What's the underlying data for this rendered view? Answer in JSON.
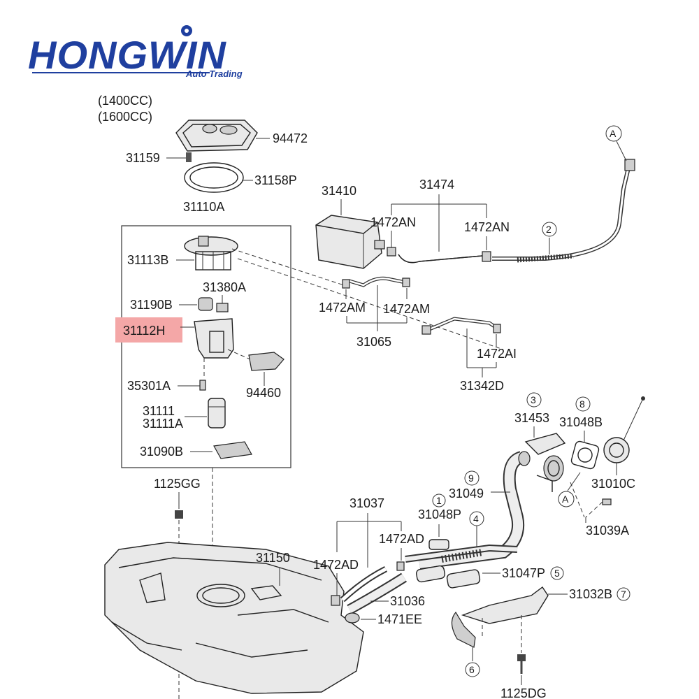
{
  "logo": {
    "brand": "HONGWIN",
    "tagline": "Auto Trading"
  },
  "engine": {
    "line1": "(1400CC)",
    "line2": "(1600CC)"
  },
  "highlight_color": "#f4a7a7",
  "brand_color": "#1f3f9f",
  "labels": {
    "p94472": "94472",
    "p31159": "31159",
    "p31158P": "31158P",
    "p31110A": "31110A",
    "p31113B": "31113B",
    "p31380A": "31380A",
    "p31190B": "31190B",
    "p31112H": "31112H",
    "p35301A": "35301A",
    "p94460": "94460",
    "p31111": "31111",
    "p31111A": "31111A",
    "p31090B": "31090B",
    "p1125GG": "1125GG",
    "p31150": "31150",
    "p31410": "31410",
    "p31474": "31474",
    "p1472AN_1": "1472AN",
    "p1472AN_2": "1472AN",
    "p1472AM_1": "1472AM",
    "p1472AM_2": "1472AM",
    "p31065": "31065",
    "p1472AI": "1472AI",
    "p31342D": "31342D",
    "p31453": "31453",
    "p31048B": "31048B",
    "p31010C": "31010C",
    "p31049": "31049",
    "p31039A": "31039A",
    "p31037": "31037",
    "p31048P": "31048P",
    "p1472AD_1": "1472AD",
    "p1472AD_2": "1472AD",
    "p31047P": "31047P",
    "p31036": "31036",
    "p1471EE": "1471EE",
    "p31032B": "31032B",
    "p1125DG": "1125DG"
  },
  "callouts": {
    "A_top": "A",
    "A_mid": "A",
    "c1": "1",
    "c2": "2",
    "c3": "3",
    "c4": "4",
    "c5": "5",
    "c6": "6",
    "c7": "7",
    "c8": "8",
    "c9": "9"
  }
}
